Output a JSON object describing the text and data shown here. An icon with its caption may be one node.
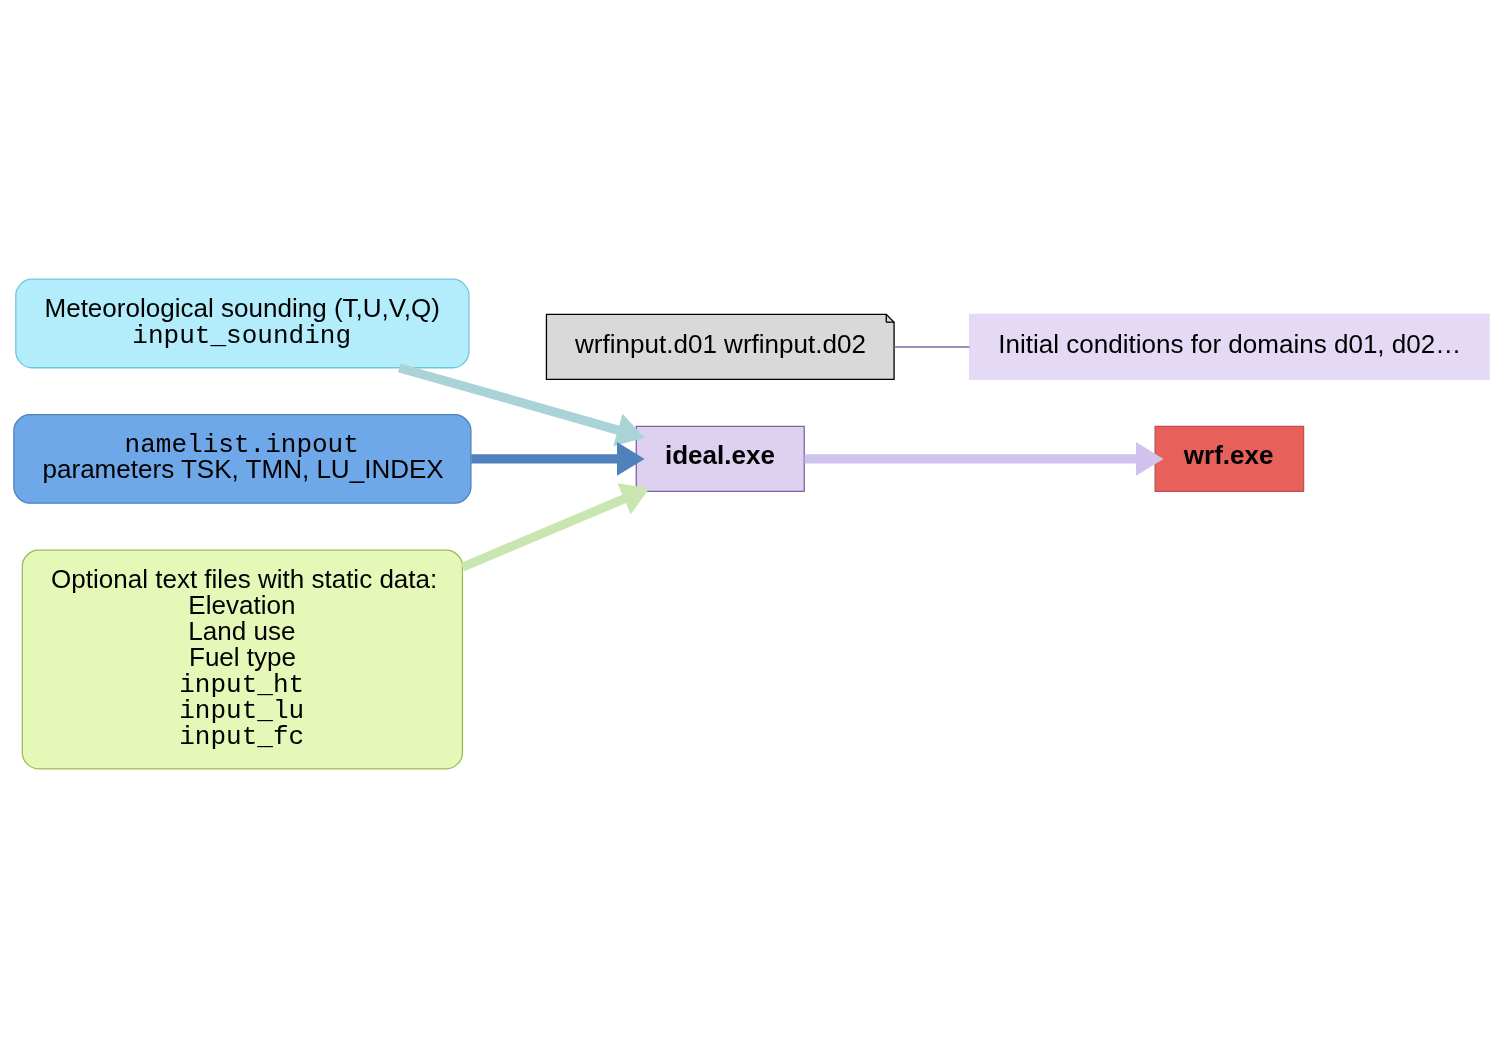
{
  "diagram": {
    "nodes": [
      {
        "text": [
          "Meteorological sounding (T,U,V,Q)",
          "input_sounding"
        ]
      },
      {
        "text": [
          "namelist.inpout",
          "parameters TSK, TMN, LU_INDEX"
        ]
      },
      {
        "text": [
          "ideal.exe"
        ]
      },
      {
        "text": [
          "wrf.exe"
        ]
      },
      {
        "text": [
          "Optional text files with static data:",
          "Elevation",
          "Land use",
          "Fuel type",
          "input_ht",
          "input_lu",
          "input_fc"
        ]
      },
      {
        "text": [
          "wrfinput.d01 wrfinput.d02"
        ]
      },
      {
        "text": [
          "Initial conditions for domains d01, d02…"
        ]
      }
    ],
    "edges": [
      {
        "from": 0,
        "to": 2,
        "arrow": "to",
        "color": "#a9d3d6"
      },
      {
        "from": 4,
        "to": 2,
        "arrow": "to",
        "color": "#c9e6b0"
      },
      {
        "from": 1,
        "to": 2,
        "arrow": "to",
        "color": "#4f81bd"
      },
      {
        "from": 2,
        "to": 3,
        "arrow": "to",
        "color": "#cfc2ec"
      },
      {
        "from": 6,
        "to": 5,
        "arrow": "none",
        "color": "#7b68a6"
      }
    ]
  }
}
